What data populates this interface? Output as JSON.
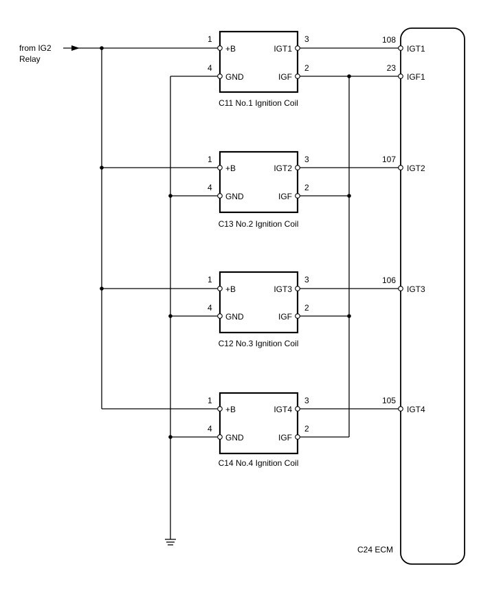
{
  "source": {
    "line1": "from IG2",
    "line2": "Relay"
  },
  "coils": [
    {
      "name": "C11 No.1 Ignition Coil",
      "pin_b": "1",
      "pin_gnd": "4",
      "pin_igt": "3",
      "pin_igf": "2",
      "label_b": "+B",
      "label_gnd": "GND",
      "label_igt": "IGT1",
      "label_igf": "IGF"
    },
    {
      "name": "C13 No.2 Ignition Coil",
      "pin_b": "1",
      "pin_gnd": "4",
      "pin_igt": "3",
      "pin_igf": "2",
      "label_b": "+B",
      "label_gnd": "GND",
      "label_igt": "IGT2",
      "label_igf": "IGF"
    },
    {
      "name": "C12 No.3 Ignition Coil",
      "pin_b": "1",
      "pin_gnd": "4",
      "pin_igt": "3",
      "pin_igf": "2",
      "label_b": "+B",
      "label_gnd": "GND",
      "label_igt": "IGT3",
      "label_igf": "IGF"
    },
    {
      "name": "C14 No.4 Ignition Coil",
      "pin_b": "1",
      "pin_gnd": "4",
      "pin_igt": "3",
      "pin_igf": "2",
      "label_b": "+B",
      "label_gnd": "GND",
      "label_igt": "IGT4",
      "label_igf": "IGF"
    }
  ],
  "ecm": {
    "name": "C24 ECM",
    "pins": [
      {
        "no": "108",
        "label": "IGT1"
      },
      {
        "no": "23",
        "label": "IGF1"
      },
      {
        "no": "107",
        "label": "IGT2"
      },
      {
        "no": "106",
        "label": "IGT3"
      },
      {
        "no": "105",
        "label": "IGT4"
      }
    ]
  }
}
